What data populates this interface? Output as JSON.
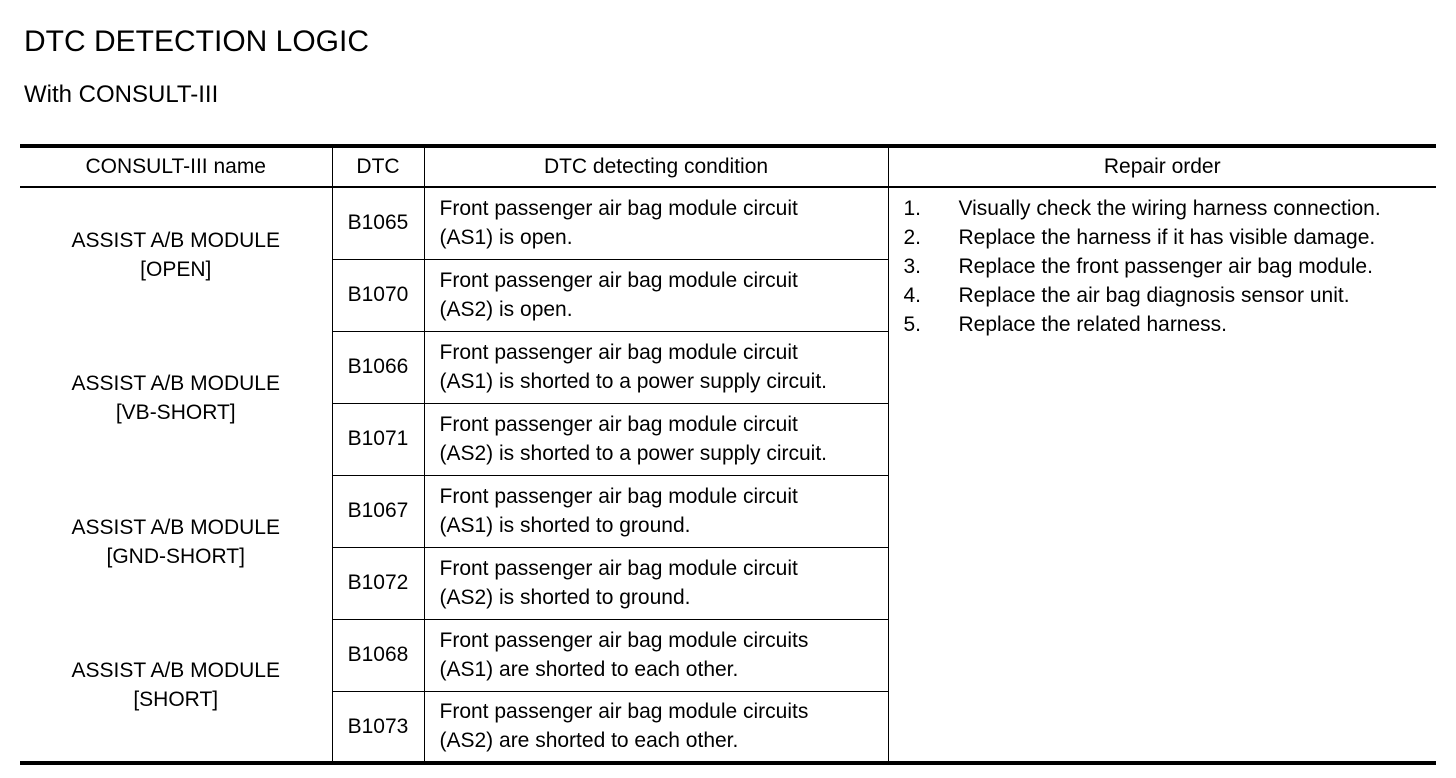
{
  "title": "DTC DETECTION LOGIC",
  "subtitle": "With CONSULT-III",
  "table": {
    "headers": {
      "name": "CONSULT-III name",
      "dtc": "DTC",
      "condition": "DTC detecting condition",
      "repair": "Repair order"
    },
    "groups": [
      {
        "name_line1": "ASSIST A/B MODULE",
        "name_line2": "[OPEN]",
        "rows": [
          {
            "dtc": "B1065",
            "cond_line1": "Front passenger air bag module circuit",
            "cond_line2": "(AS1) is open."
          },
          {
            "dtc": "B1070",
            "cond_line1": "Front passenger air bag module circuit",
            "cond_line2": "(AS2) is open."
          }
        ]
      },
      {
        "name_line1": "ASSIST A/B MODULE",
        "name_line2": "[VB-SHORT]",
        "rows": [
          {
            "dtc": "B1066",
            "cond_line1": "Front passenger air bag module circuit",
            "cond_line2": "(AS1) is shorted to a power supply circuit."
          },
          {
            "dtc": "B1071",
            "cond_line1": "Front passenger air bag module circuit",
            "cond_line2": "(AS2) is shorted to a power supply circuit."
          }
        ]
      },
      {
        "name_line1": "ASSIST A/B MODULE",
        "name_line2": "[GND-SHORT]",
        "rows": [
          {
            "dtc": "B1067",
            "cond_line1": "Front passenger air bag module circuit",
            "cond_line2": "(AS1) is shorted to ground."
          },
          {
            "dtc": "B1072",
            "cond_line1": "Front passenger air bag module circuit",
            "cond_line2": "(AS2) is shorted to ground."
          }
        ]
      },
      {
        "name_line1": "ASSIST A/B MODULE",
        "name_line2": "[SHORT]",
        "rows": [
          {
            "dtc": "B1068",
            "cond_line1": "Front passenger air bag module circuits",
            "cond_line2": "(AS1) are shorted to each other."
          },
          {
            "dtc": "B1073",
            "cond_line1": "Front passenger air bag module circuits",
            "cond_line2": "(AS2) are shorted to each other."
          }
        ]
      }
    ],
    "repair_steps": [
      {
        "num": "1.",
        "text": "Visually check the wiring harness connection."
      },
      {
        "num": "2.",
        "text": "Replace the harness if it has visible damage."
      },
      {
        "num": "3.",
        "text": "Replace the front passenger air bag module."
      },
      {
        "num": "4.",
        "text": "Replace the air bag diagnosis sensor unit."
      },
      {
        "num": "5.",
        "text": "Replace the related harness."
      }
    ]
  }
}
